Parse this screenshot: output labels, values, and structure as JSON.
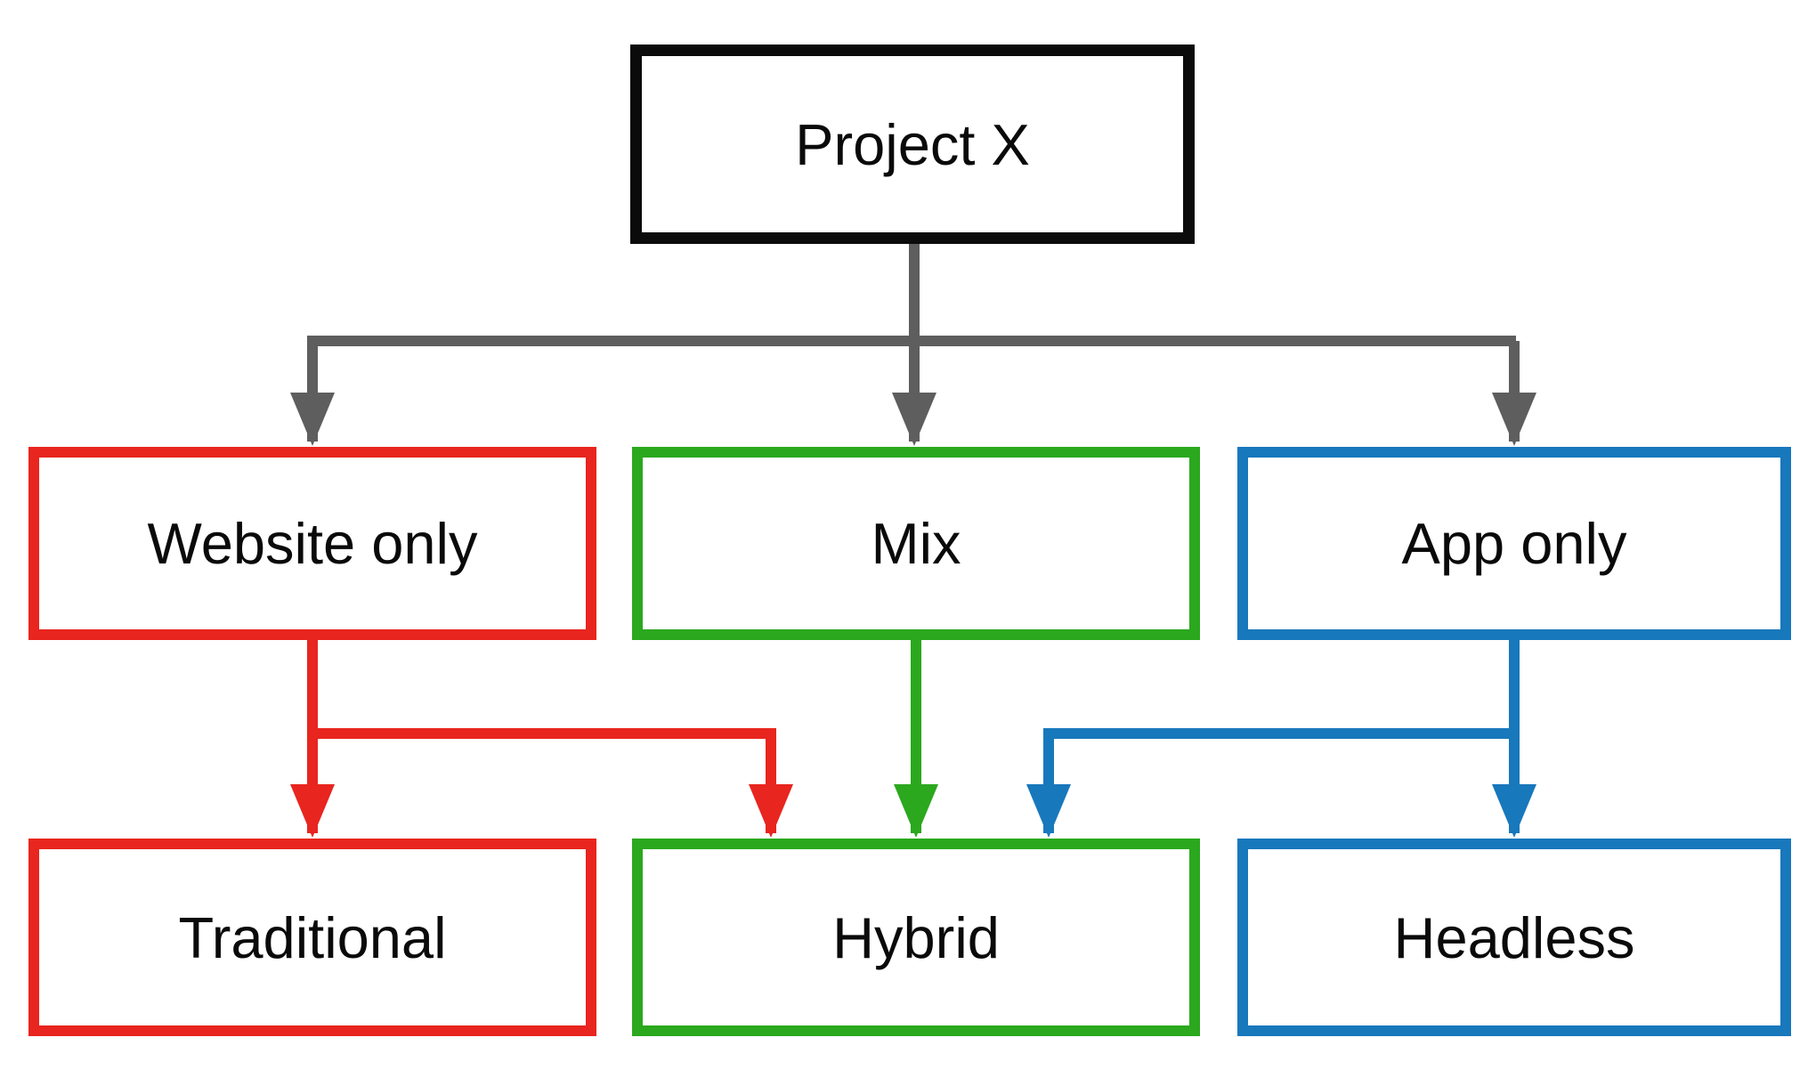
{
  "diagram": {
    "nodes": {
      "project_x": {
        "label": "Project X",
        "outline": "black"
      },
      "website_only": {
        "label": "Website only",
        "outline": "red"
      },
      "mix": {
        "label": "Mix",
        "outline": "green"
      },
      "app_only": {
        "label": "App only",
        "outline": "blue"
      },
      "traditional": {
        "label": "Traditional",
        "outline": "red"
      },
      "hybrid": {
        "label": "Hybrid",
        "outline": "green"
      },
      "headless": {
        "label": "Headless",
        "outline": "blue"
      }
    },
    "edges": [
      {
        "from": "Project X",
        "to": "Website only",
        "color": "gray"
      },
      {
        "from": "Project X",
        "to": "Mix",
        "color": "gray"
      },
      {
        "from": "Project X",
        "to": "App only",
        "color": "gray"
      },
      {
        "from": "Website only",
        "to": "Traditional",
        "color": "red"
      },
      {
        "from": "Website only",
        "to": "Hybrid",
        "color": "red"
      },
      {
        "from": "Mix",
        "to": "Hybrid",
        "color": "green"
      },
      {
        "from": "App only",
        "to": "Hybrid",
        "color": "blue"
      },
      {
        "from": "App only",
        "to": "Headless",
        "color": "blue"
      }
    ],
    "colors": {
      "black": "#0b0b0b",
      "red": "#e8251f",
      "green": "#2ba81e",
      "blue": "#1878bc",
      "gray": "#5e5e5e",
      "background": "#ffffff",
      "text": "#0a0a0a"
    }
  }
}
